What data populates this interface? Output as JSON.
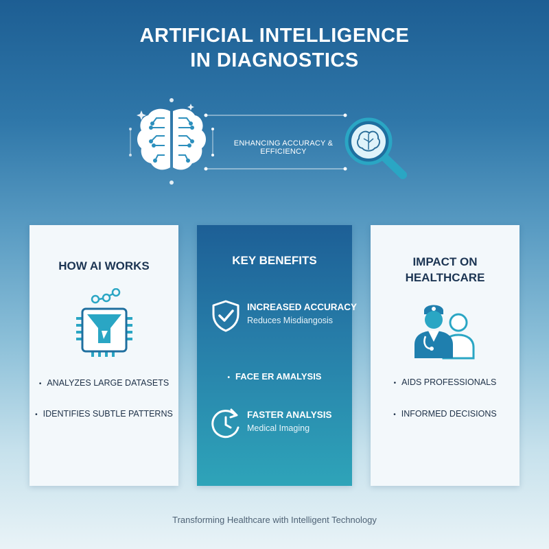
{
  "header": {
    "title_line1": "ARTIFICIAL INTELLIGENCE",
    "title_line2": "IN DIAGNOSTICS"
  },
  "hero": {
    "tagline": "ENHANCING ACCURACY & EFFICIENCY",
    "icons": [
      "circuit-brain-icon",
      "magnifier-brain-icon"
    ]
  },
  "cards": {
    "how_ai_works": {
      "title": "HOW AI WORKS",
      "icon": "ai-chip-icon",
      "bullets": [
        "ANALYZES LARGE DATASETS",
        "IDENTIFIES SUBTLE PATTERNS"
      ]
    },
    "key_benefits": {
      "title": "KEY BENEFITS",
      "benefits": [
        {
          "title": "INCREASED ACCURACY",
          "subtitle": "Reduces Misdiangosis",
          "icon": "shield-check-icon"
        },
        {
          "title": "FASTER ANALYSIS",
          "subtitle": "Medical Imaging",
          "icon": "clock-arrow-icon"
        }
      ],
      "bullet": "FACE ER AMALYSIS"
    },
    "impact": {
      "title_line1": "IMPACT ON",
      "title_line2": "HEALTHCARE",
      "icon": "medical-professionals-icon",
      "bullets": [
        "AIDS PROFESSIONALS",
        "INFORMED DECISIONS"
      ]
    }
  },
  "footer": {
    "text": "Transforming Healthcare with Intelligent Technology"
  },
  "colors": {
    "background_top": "#1d5e93",
    "background_bottom": "#e9f3f7",
    "accent_teal": "#2aa6c4",
    "card_light": "#f3f8fb",
    "title_dark": "#1c3553"
  }
}
